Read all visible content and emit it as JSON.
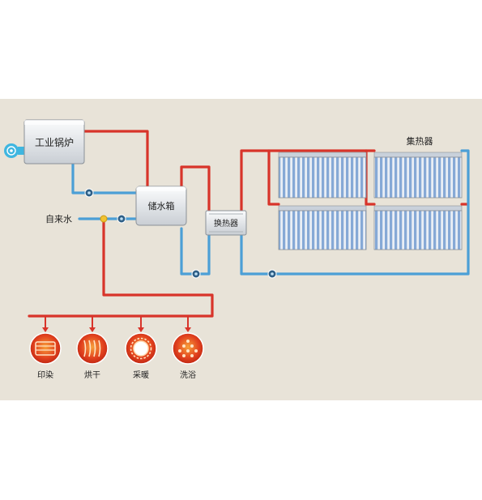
{
  "colors": {
    "panel_bg": "#e8e3d8",
    "hot_pipe": "#d8342a",
    "cold_pipe": "#4b9fd6",
    "box_fill": "#eef0f2",
    "collector_tube": "#7fa6d8",
    "pump": "#2f5f86",
    "mix_valve": "#f2c230",
    "icon_red": "#e0341f",
    "icon_orange": "#f47a2a",
    "fan": "#3fb6e0"
  },
  "labels": {
    "boiler": "工业锅炉",
    "storage_tank": "储水箱",
    "heat_exchanger": "换热器",
    "collector": "集热器",
    "tap_water": "自来水"
  },
  "outputs": [
    {
      "label": "印染",
      "icon": "dyeing-icon"
    },
    {
      "label": "烘干",
      "icon": "drying-icon"
    },
    {
      "label": "采暖",
      "icon": "heating-icon"
    },
    {
      "label": "洗浴",
      "icon": "shower-icon"
    }
  ]
}
